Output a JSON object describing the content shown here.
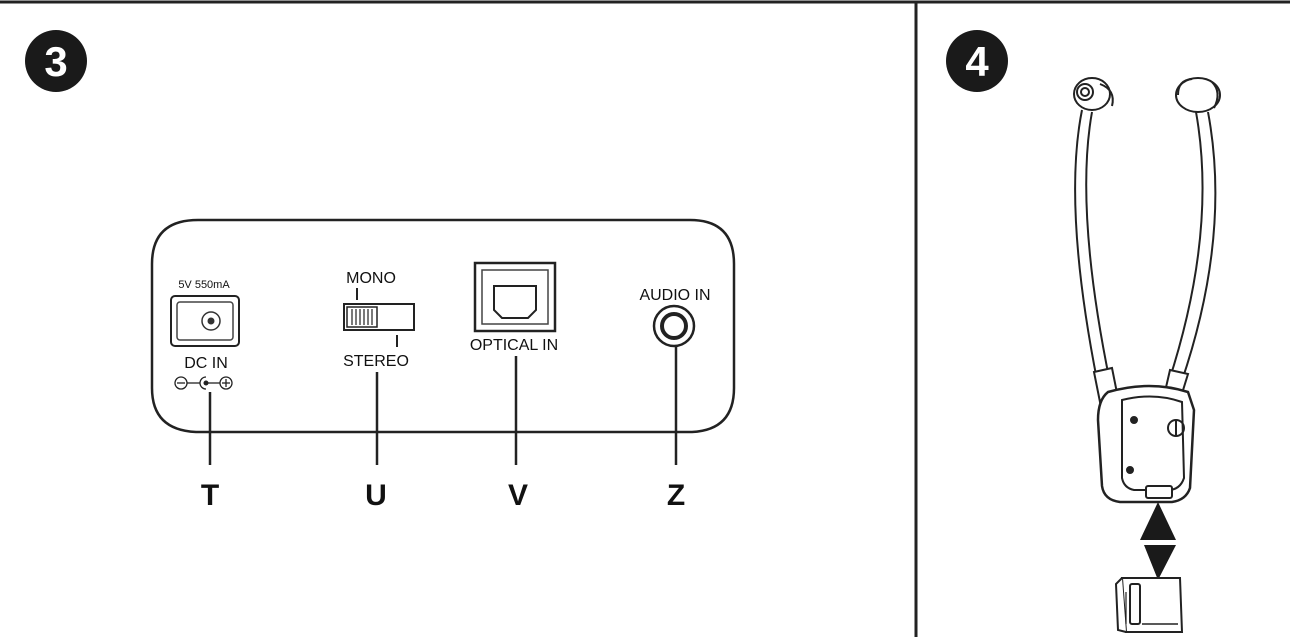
{
  "steps": {
    "step3": "3",
    "step4": "4"
  },
  "panel": {
    "power_rating": "5V 550mA",
    "dc_in": "DC IN",
    "mono": "MONO",
    "stereo": "STEREO",
    "optical_in": "OPTICAL IN",
    "audio_in": "AUDIO IN"
  },
  "callouts": {
    "t": "T",
    "u": "U",
    "v": "V",
    "z": "Z"
  }
}
